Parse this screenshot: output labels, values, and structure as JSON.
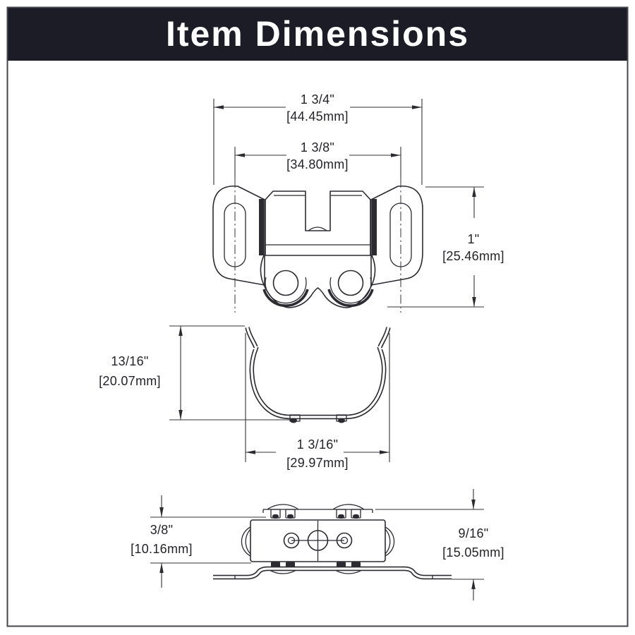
{
  "header": {
    "title": "Item Dimensions"
  },
  "dimensions": {
    "front_width": {
      "inches": "1 3/4\"",
      "mm": "[44.45mm]"
    },
    "front_hole_spacing": {
      "inches": "1 3/8\"",
      "mm": "[34.80mm]"
    },
    "front_height": {
      "inches": "1\"",
      "mm": "[25.46mm]"
    },
    "clip_height": {
      "inches": "13/16\"",
      "mm": "[20.07mm]"
    },
    "clip_width": {
      "inches": "1 3/16\"",
      "mm": "[29.97mm]"
    },
    "top_body_depth": {
      "inches": "3/8\"",
      "mm": "[10.16mm]"
    },
    "top_overall_depth": {
      "inches": "9/16\"",
      "mm": "[15.05mm]"
    }
  },
  "colors": {
    "header_bg": "#1b1c26",
    "header_text": "#ffffff",
    "line": "#2b2b31",
    "frame": "#44454e"
  }
}
